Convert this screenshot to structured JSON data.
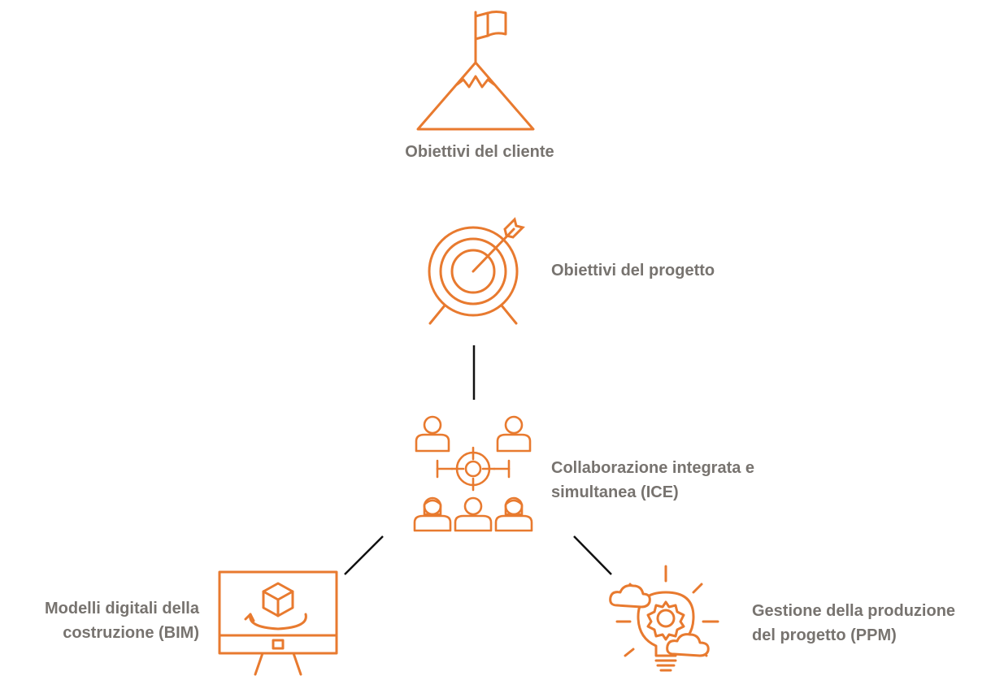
{
  "colors": {
    "icon": "#E87A2F",
    "label": "#77736F",
    "connector": "#111111"
  },
  "nodes": {
    "client_goals": {
      "icon": "mountain-flag-icon",
      "label": "Obiettivi del cliente"
    },
    "project_goals": {
      "icon": "target-arrow-icon",
      "label": "Obiettivi del progetto"
    },
    "ice": {
      "icon": "team-target-icon",
      "label_line1": "Collaborazione integrata e",
      "label_line2": "simultanea (ICE)"
    },
    "bim": {
      "icon": "monitor-cube-icon",
      "label_line1": "Modelli digitali della",
      "label_line2": "costruzione (BIM)"
    },
    "ppm": {
      "icon": "lightbulb-gear-cloud-icon",
      "label_line1": "Gestione della produzione",
      "label_line2": "del progetto (PPM)"
    }
  }
}
